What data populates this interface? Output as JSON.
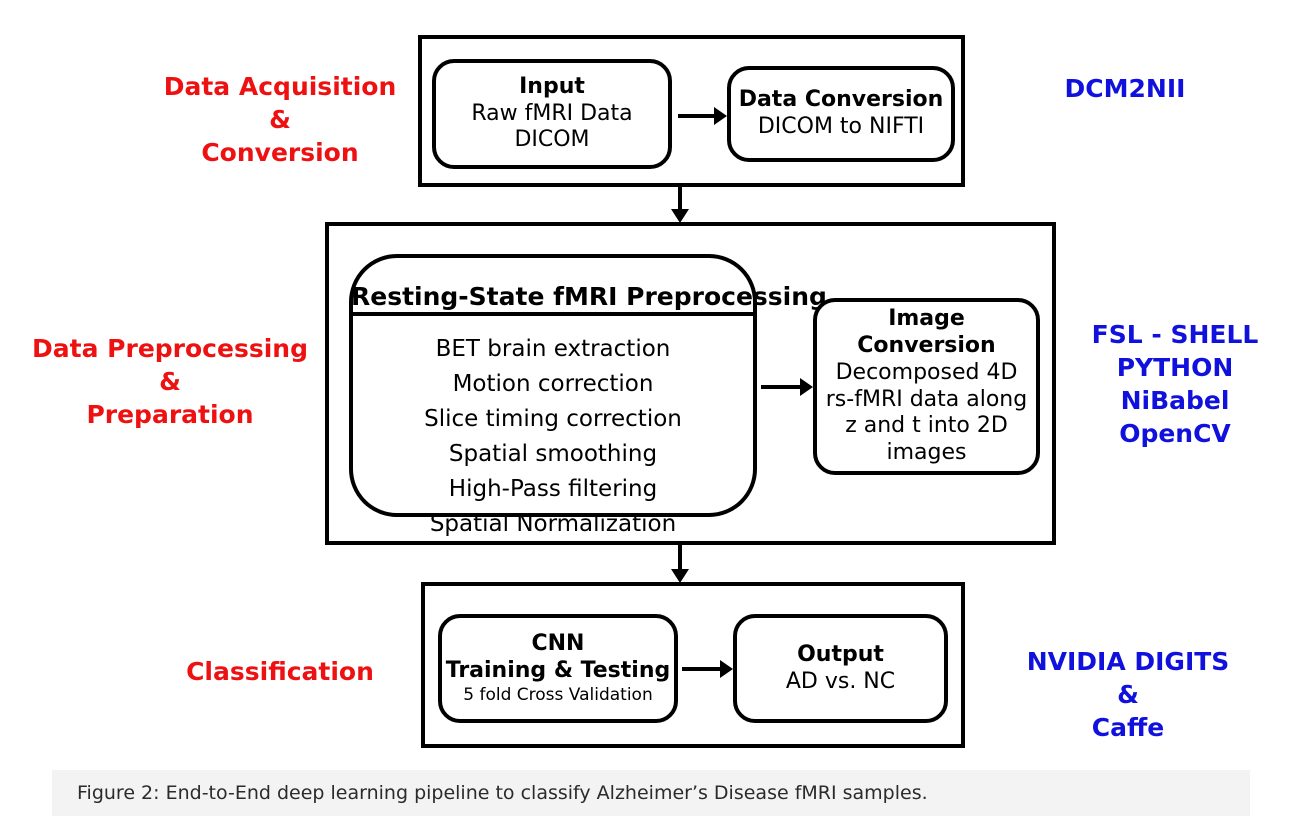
{
  "figure": {
    "caption": "Figure 2: End-to-End deep learning pipeline to classify Alzheimer’s Disease fMRI samples."
  },
  "colors": {
    "stage_label_left": "#ee1111",
    "stage_label_right": "#1111dd",
    "box_border": "#000000",
    "caption_band": "#f3f3f3",
    "background": "#ffffff"
  },
  "stages": [
    {
      "id": "acquisition",
      "left_label": "Data Acquisition\n&\nConversion",
      "right_label": "DCM2NII",
      "nodes": [
        {
          "id": "input",
          "title": "Input",
          "lines": [
            "Raw fMRI Data",
            "DICOM"
          ]
        },
        {
          "id": "data-conversion",
          "title": "Data Conversion",
          "lines": [
            "DICOM to NIFTI"
          ]
        }
      ]
    },
    {
      "id": "preprocessing",
      "left_label": "Data Preprocessing\n&\nPreparation",
      "right_label": "FSL - SHELL\nPYTHON\nNiBabel\nOpenCV",
      "nodes": [
        {
          "id": "resting-state-preprocessing",
          "title": "Resting-State fMRI Preprocessing",
          "lines": [
            "BET brain extraction",
            "Motion correction",
            "Slice timing correction",
            "Spatial smoothing",
            "High-Pass filtering",
            "Spatial Normalization"
          ]
        },
        {
          "id": "image-conversion",
          "title": "Image Conversion",
          "lines": [
            "Decomposed 4D",
            "rs-fMRI data along",
            "z and t into 2D",
            "images"
          ]
        }
      ]
    },
    {
      "id": "classification",
      "left_label": "Classification",
      "right_label": "NVIDIA DIGITS\n&\nCaffe",
      "nodes": [
        {
          "id": "cnn",
          "title": "CNN",
          "subtitle": "Training & Testing",
          "lines": [
            "5 fold Cross Validation"
          ]
        },
        {
          "id": "output",
          "title": "Output",
          "lines": [
            "AD vs. NC"
          ]
        }
      ]
    }
  ]
}
